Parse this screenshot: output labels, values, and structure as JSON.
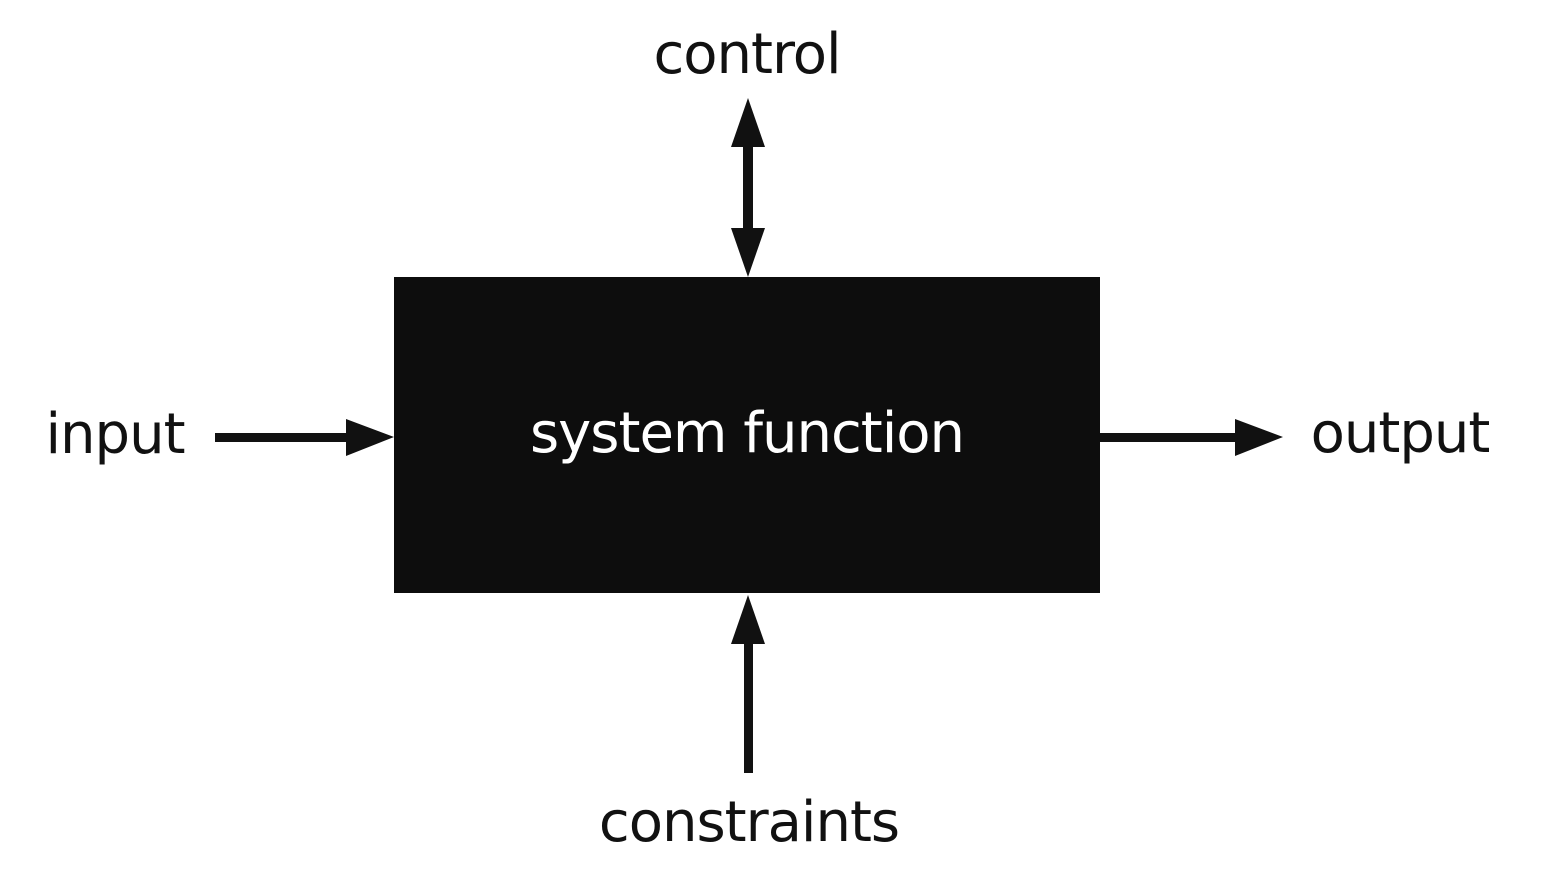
{
  "diagram": {
    "type": "block-diagram",
    "background_color": "#ffffff",
    "ink_color": "#111111",
    "box": {
      "label": "system function",
      "fill_color": "#0d0d0d",
      "label_color": "#ffffff"
    },
    "labels": {
      "top": "control",
      "left": "input",
      "right": "output",
      "bottom": "constraints"
    },
    "arrows": [
      {
        "name": "control-arrow",
        "style": "double-headed",
        "direction": "vertical",
        "connects": "control and system function"
      },
      {
        "name": "input-arrow",
        "style": "single-headed",
        "direction": "right",
        "connects": "input into system function"
      },
      {
        "name": "output-arrow",
        "style": "single-headed",
        "direction": "right",
        "connects": "system function to output"
      },
      {
        "name": "constraints-arrow",
        "style": "single-headed",
        "direction": "up",
        "connects": "constraints into system function"
      }
    ]
  }
}
